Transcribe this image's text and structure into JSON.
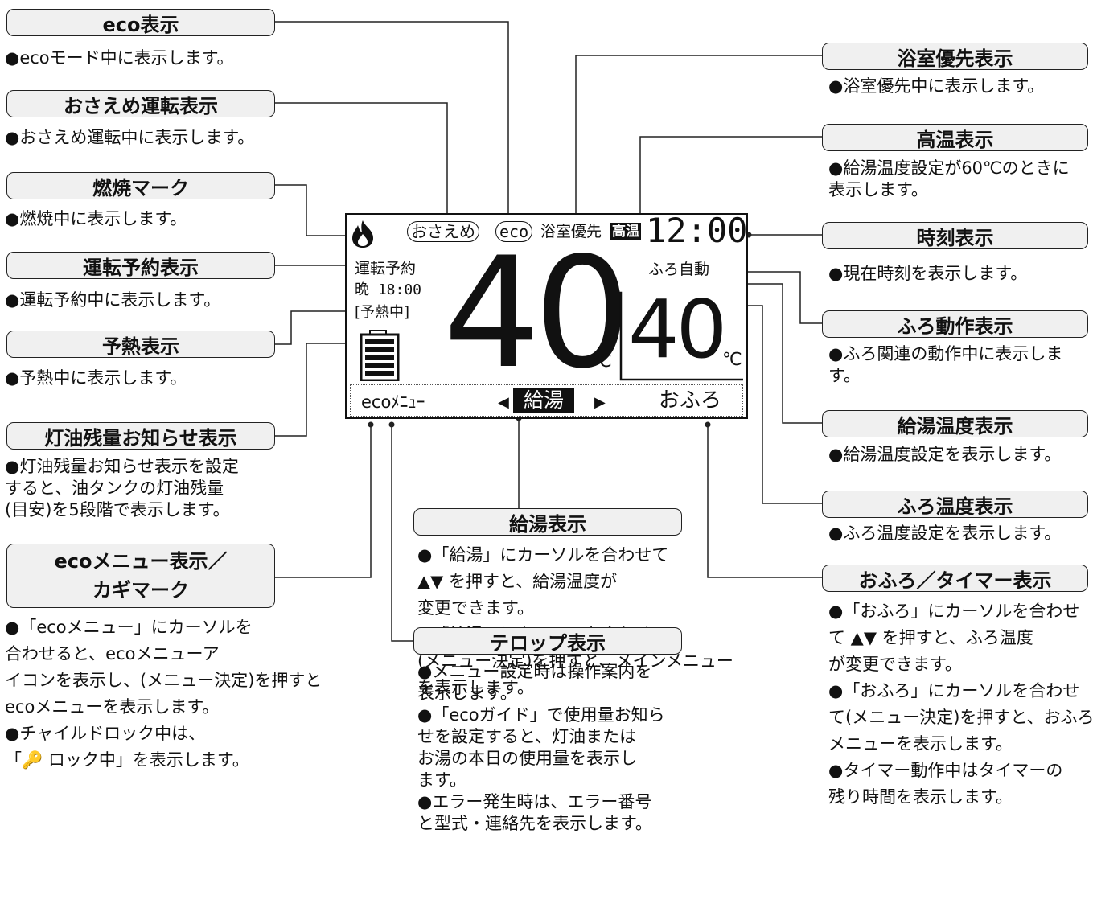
{
  "labels": {
    "eco": "eco表示",
    "osaeme": "おさえめ運転表示",
    "flame": "燃焼マーク",
    "reserve": "運転予約表示",
    "preheat": "予熱表示",
    "oil": "灯油残量お知らせ表示",
    "eco_menu_line1": "ecoメニュー表示／",
    "eco_menu_line2": "カギマーク",
    "bath_priority": "浴室優先表示",
    "high_temp": "高温表示",
    "clock": "時刻表示",
    "bath_action": "ふろ動作表示",
    "supply_temp": "給湯温度表示",
    "bath_temp": "ふろ温度表示",
    "ofuro_timer": "おふろ／タイマー表示",
    "kyuto": "給湯表示",
    "telop": "テロップ表示"
  },
  "descriptions": {
    "eco": [
      "●ecoモード中に表示します。"
    ],
    "osaeme": [
      "●おさえめ運転中に表示します。"
    ],
    "flame": [
      "●燃焼中に表示します。"
    ],
    "reserve": [
      "●運転予約中に表示します。"
    ],
    "preheat": [
      "●予熱中に表示します。"
    ],
    "oil": [
      "●灯油残量お知らせ表示を設定",
      "すると、油タンクの灯油残量",
      "(目安)を5段階で表示します。"
    ],
    "eco_menu": [
      "●「ecoメニュー」にカーソルを",
      "合わせると、ecoメニューア",
      "イコンを表示し、(メニュー決定)を押すと",
      "ecoメニューを表示します。",
      "●チャイルドロック中は、",
      "「🔑 ロック中」を表示します。"
    ],
    "bath_priority": [
      "●浴室優先中に表示します。"
    ],
    "high_temp": [
      "●給湯温度設定が60℃のときに",
      "表示します。"
    ],
    "clock": [
      "●現在時刻を表示します。"
    ],
    "bath_action": [
      "●ふろ関連の動作中に表示しま",
      "す。"
    ],
    "supply_temp": [
      "●給湯温度設定を表示します。"
    ],
    "bath_temp": [
      "●ふろ温度設定を表示します。"
    ],
    "ofuro_timer": [
      "●「おふろ」にカーソルを合わせ",
      "て ▲▼ を押すと、ふろ温度",
      "が変更できます。",
      "●「おふろ」にカーソルを合わせ",
      "て(メニュー決定)を押すと、おふろ",
      "メニューを表示します。",
      "●タイマー動作中はタイマーの",
      "残り時間を表示します。"
    ],
    "kyuto": [
      "●「給湯」にカーソルを合わせて",
      "▲▼ を押すと、給湯温度が",
      "変更できます。",
      "●「給湯」にカーソルを合わせて",
      "(メニュー決定)を押すと、メインメニュー",
      "を表示します。"
    ],
    "telop": [
      "●メニュー設定時は操作案内を",
      "表示します。",
      "●「ecoガイド」で使用量お知ら",
      "せを設定すると、灯油または",
      "お湯の本日の使用量を表示し",
      "ます。",
      "●エラー発生時は、エラー番号",
      "と型式・連絡先を表示します。"
    ]
  },
  "screen": {
    "osaeme": "おさえめ",
    "eco": "eco",
    "bath_priority": "浴室優先",
    "high_temp": "高温",
    "clock": "12:00",
    "reserve": "運転予約",
    "reserve_time": "晩 18:00",
    "preheat": "[予熱中]",
    "bath_auto": "ふろ自動",
    "supply_temp": "40",
    "bath_temp": "40",
    "unit": "℃",
    "eco_menu": "ecoﾒﾆｭｰ",
    "arrow_left": "◀",
    "kyuto": "給湯",
    "arrow_right": "▶",
    "ofuro": "おふろ"
  }
}
